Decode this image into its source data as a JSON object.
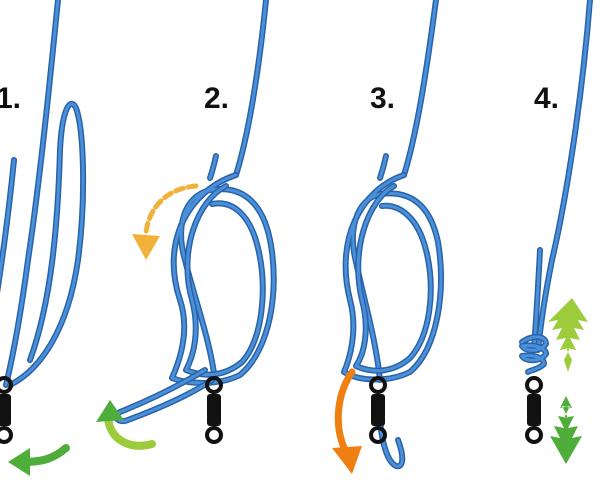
{
  "steps": [
    {
      "label": "1."
    },
    {
      "label": "2."
    },
    {
      "label": "3."
    },
    {
      "label": "4."
    }
  ],
  "colors": {
    "line_outline": "#2a62a8",
    "line_fill": "#4a90d9",
    "swivel": "#111111",
    "arrow_orange": "#f07f12",
    "arrow_yellow_dashed": "#f2b13a",
    "arrow_green": "#4fae3a",
    "arrow_green_light": "#9ccb3b"
  },
  "icons": [
    "swivel-icon",
    "arrow-icon",
    "dashed-arrow-icon",
    "double-arrow-icon"
  ]
}
